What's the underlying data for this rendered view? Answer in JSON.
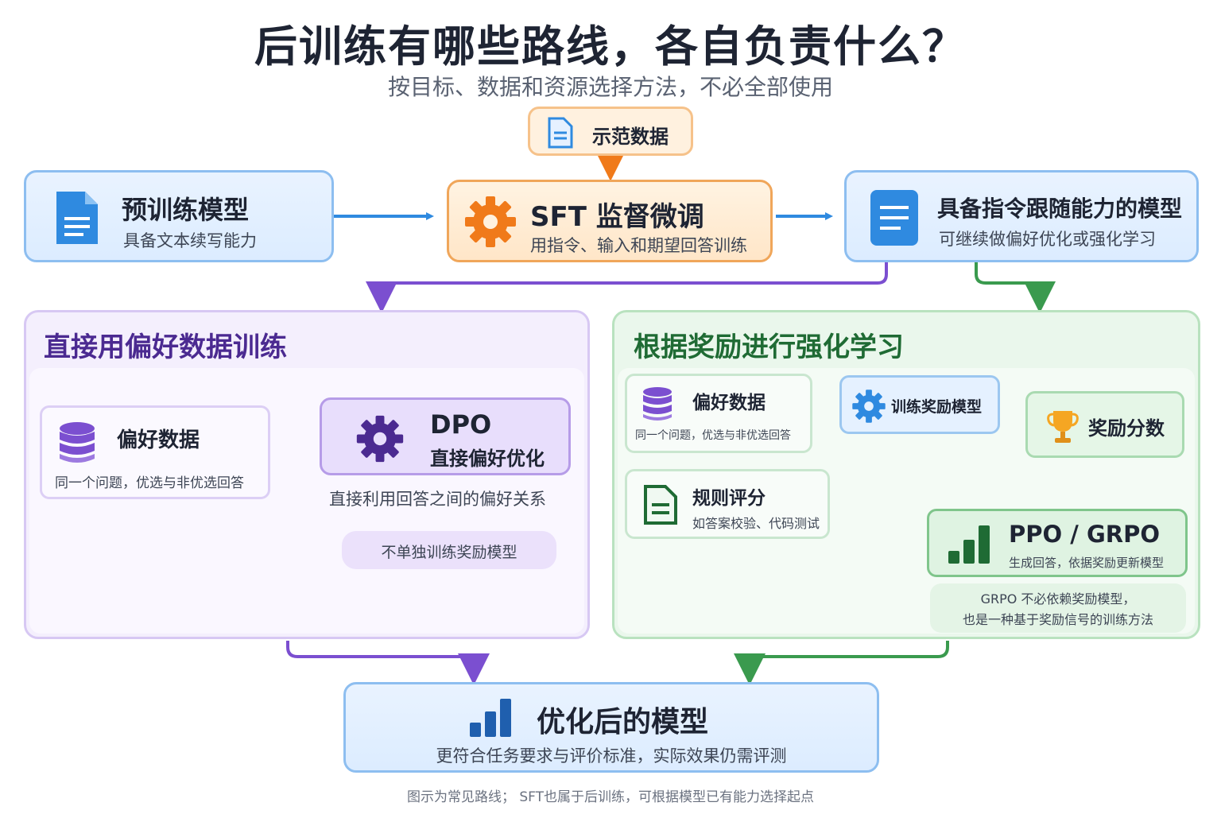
{
  "title": "后训练有哪些路线，各自负责什么？",
  "subtitle": "按目标、数据和资源选择方法，不必全部使用",
  "demo_data": {
    "label": "示范数据"
  },
  "pretrained": {
    "title": "预训练模型",
    "desc": "具备文本续写能力"
  },
  "sft": {
    "title": "SFT 监督微调",
    "desc": "用指令、输入和期望回答训练"
  },
  "instruct_model": {
    "title": "具备指令跟随能力的模型",
    "desc": "可继续做偏好优化或强化学习"
  },
  "dpo_panel": {
    "title": "直接用偏好数据训练",
    "pref_data": {
      "title": "偏好数据",
      "desc": "同一个问题，优选与非优选回答"
    },
    "dpo": {
      "title": "DPO",
      "subtitle": "直接偏好优化"
    },
    "caption": "直接利用回答之间的偏好关系",
    "pill": "不单独训练奖励模型"
  },
  "rl_panel": {
    "title": "根据奖励进行强化学习",
    "pref_data": {
      "title": "偏好数据",
      "desc": "同一个问题，优选与非优选回答"
    },
    "reward_model": {
      "title": "训练奖励模型"
    },
    "reward_score": {
      "title": "奖励分数"
    },
    "rule_score": {
      "title": "规则评分",
      "desc": "如答案校验、代码测试"
    },
    "ppo": {
      "title": "PPO / GRPO",
      "desc": "生成回答，依据奖励更新模型"
    },
    "note": {
      "line1": "GRPO 不必依赖奖励模型，",
      "line2": "也是一种基于奖励信号的训练方法"
    }
  },
  "optimized": {
    "title": "优化后的模型",
    "desc": "更符合任务要求与评价标准，实际效果仍需评测"
  },
  "footnote": "图示为常见路线； SFT也属于后训练，可根据模型已有能力选择起点",
  "colors": {
    "blue": "#2f8ae0",
    "orange": "#f07a1a",
    "purple": "#7b4fd0",
    "green": "#3a9a4e",
    "dark_purple": "#4b2a91",
    "dark_green": "#1f6b34"
  }
}
